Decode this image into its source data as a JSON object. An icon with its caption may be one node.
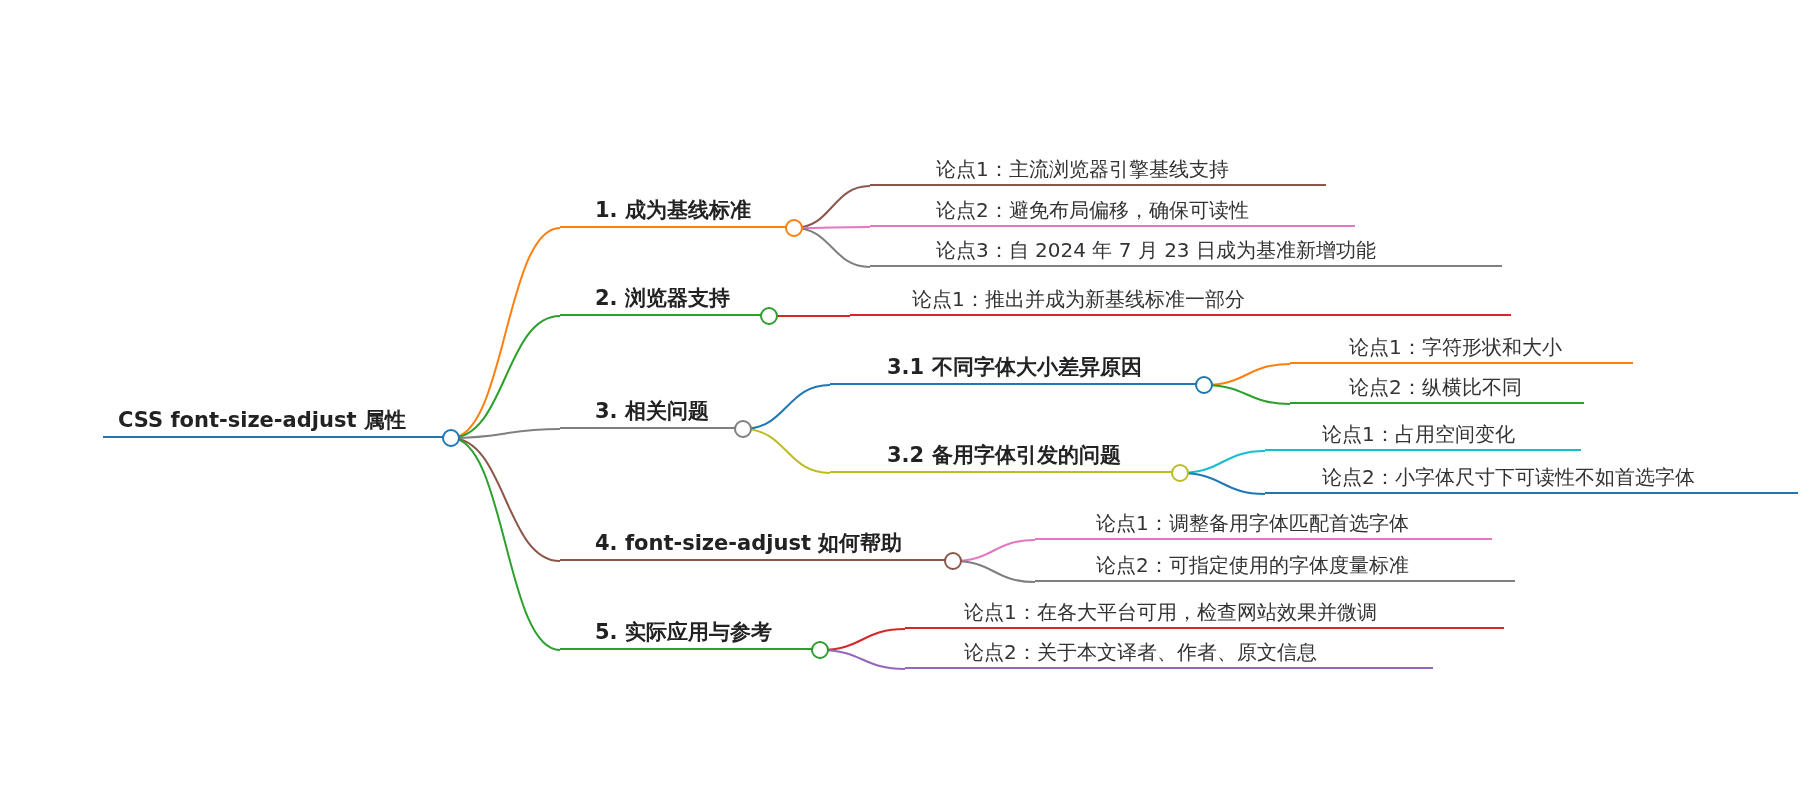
{
  "diagram": {
    "nodes": [
      {
        "text": [
          "CSS font-size-adjust 属性"
        ]
      },
      {
        "text": [
          "1. 成为基线标准"
        ]
      },
      {
        "text": [
          "论点1：主流浏览器引擎基线支持"
        ]
      },
      {
        "text": [
          "论点2：避免布局偏移，确保可读性"
        ]
      },
      {
        "text": [
          "论点3：自 2024 年 7 月 23 日成为基准新增功能"
        ]
      },
      {
        "text": [
          "2. 浏览器支持"
        ]
      },
      {
        "text": [
          "论点1：推出并成为新基线标准一部分"
        ]
      },
      {
        "text": [
          "3. 相关问题"
        ]
      },
      {
        "text": [
          "3.1 不同字体大小差异原因"
        ]
      },
      {
        "text": [
          "论点1：字符形状和大小"
        ]
      },
      {
        "text": [
          "论点2：纵横比不同"
        ]
      },
      {
        "text": [
          "3.2 备用字体引发的问题"
        ]
      },
      {
        "text": [
          "论点1：占用空间变化"
        ]
      },
      {
        "text": [
          "论点2：小字体尺寸下可读性不如首选字体"
        ]
      },
      {
        "text": [
          "4. font-size-adjust 如何帮助"
        ]
      },
      {
        "text": [
          "论点1：调整备用字体匹配首选字体"
        ]
      },
      {
        "text": [
          "论点2：可指定使用的字体度量标准"
        ]
      },
      {
        "text": [
          "5. 实际应用与参考"
        ]
      },
      {
        "text": [
          "论点1：在各大平台可用，检查网站效果并微调"
        ]
      },
      {
        "text": [
          "论点2：关于本文译者、作者、原文信息"
        ]
      }
    ],
    "edges": [
      {
        "from": 0,
        "to": 1,
        "arrow": "none",
        "color": "#ff7f0e"
      },
      {
        "from": 1,
        "to": 2,
        "arrow": "none",
        "color": "#8c564b"
      },
      {
        "from": 1,
        "to": 3,
        "arrow": "none",
        "color": "#e377c2"
      },
      {
        "from": 1,
        "to": 4,
        "arrow": "none",
        "color": "#7f7f7f"
      },
      {
        "from": 0,
        "to": 5,
        "arrow": "none",
        "color": "#2ca02c"
      },
      {
        "from": 5,
        "to": 6,
        "arrow": "none",
        "color": "#d62728"
      },
      {
        "from": 0,
        "to": 7,
        "arrow": "none",
        "color": "#7f7f7f"
      },
      {
        "from": 7,
        "to": 8,
        "arrow": "none",
        "color": "#1f77b4"
      },
      {
        "from": 8,
        "to": 9,
        "arrow": "none",
        "color": "#ff7f0e"
      },
      {
        "from": 8,
        "to": 10,
        "arrow": "none",
        "color": "#2ca02c"
      },
      {
        "from": 7,
        "to": 11,
        "arrow": "none",
        "color": "#bcbd22"
      },
      {
        "from": 11,
        "to": 12,
        "arrow": "none",
        "color": "#17becf"
      },
      {
        "from": 11,
        "to": 13,
        "arrow": "none",
        "color": "#1f77b4"
      },
      {
        "from": 0,
        "to": 14,
        "arrow": "none",
        "color": "#8c564b"
      },
      {
        "from": 14,
        "to": 15,
        "arrow": "none",
        "color": "#e377c2"
      },
      {
        "from": 14,
        "to": 16,
        "arrow": "none",
        "color": "#7f7f7f"
      },
      {
        "from": 0,
        "to": 17,
        "arrow": "none",
        "color": "#2ca02c"
      },
      {
        "from": 17,
        "to": 18,
        "arrow": "none",
        "color": "#d62728"
      },
      {
        "from": 17,
        "to": 19,
        "arrow": "none",
        "color": "#9467bd"
      }
    ]
  }
}
